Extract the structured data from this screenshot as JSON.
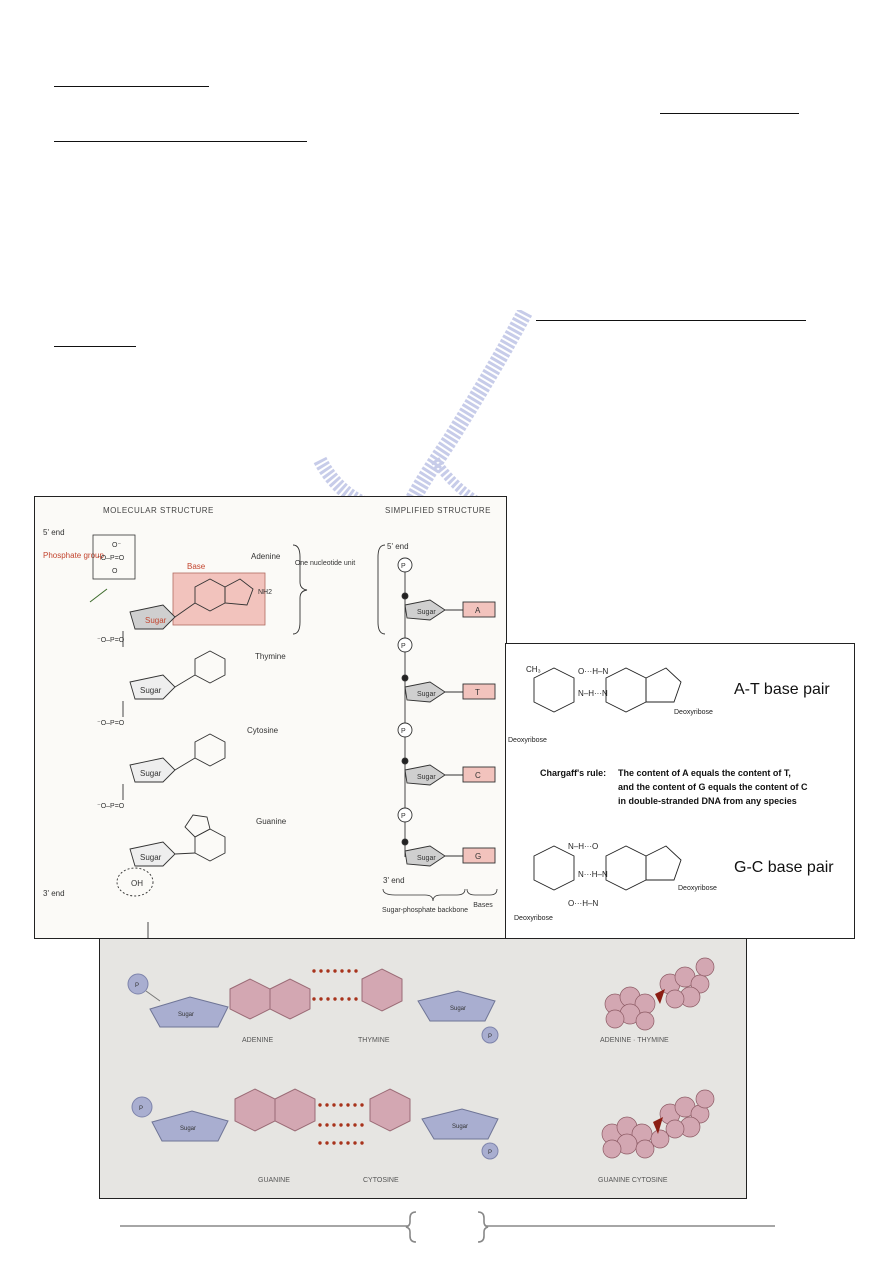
{
  "figure1": {
    "heading_molecular": "MOLECULAR STRUCTURE",
    "heading_simplified": "SIMPLIFIED STRUCTURE",
    "end_5": "5' end",
    "end_3": "3' end",
    "phosphate_group": "Phosphate group",
    "base_label": "Base",
    "one_nucleotide_unit": "One nucleotide unit",
    "sugar": "Sugar",
    "bases": [
      "Adenine",
      "Thymine",
      "Cytosine",
      "Guanine"
    ],
    "simple_letters": [
      "A",
      "T",
      "C",
      "G"
    ],
    "sugar_phosphate_backbone": "Sugar-phosphate backbone",
    "bases_label": "Bases",
    "p_label": "P",
    "oh_label": "OH",
    "nh2_label": "NH2"
  },
  "figure2": {
    "at_title": "A-T base pair",
    "gc_title": "G-C base pair",
    "deoxyribose": "Deoxyribose",
    "chargaff_label": "Chargaff's rule:",
    "chargaff_lines": [
      "The content of A equals the content of T,",
      "and the content of G equals the content of C",
      "in double-stranded DNA from any species"
    ]
  },
  "figure3": {
    "adenine": "ADENINE",
    "thymine": "THYMINE",
    "guanine": "GUANINE",
    "cytosine": "CYTOSINE",
    "adenine_thymine": "ADENINE · THYMINE",
    "guanine_cytosine": "GUANINE CYTOSINE",
    "sugar": "Sugar",
    "p_label": "P"
  },
  "colors": {
    "pink_base": "#f2c3bd",
    "sugar_grey": "#cfcfcf",
    "hbond_red": "#a8331c",
    "sugar_blue": "#a9aed0",
    "watermark_blue": "#9aa3d8"
  }
}
